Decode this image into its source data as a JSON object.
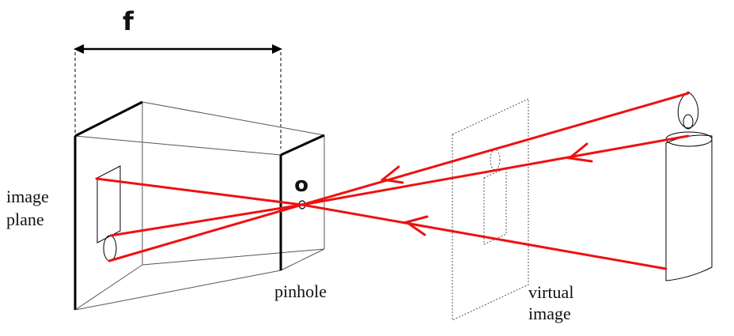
{
  "labels": {
    "focal_length": "f",
    "optical_center": "o",
    "image_plane_line1": "image",
    "image_plane_line2": "plane",
    "pinhole": "pinhole",
    "virtual_image_line1": "virtual",
    "virtual_image_line2": "image"
  },
  "colors": {
    "ray": "#ee1111",
    "outline": "#000000",
    "box_edge": "#555555"
  }
}
